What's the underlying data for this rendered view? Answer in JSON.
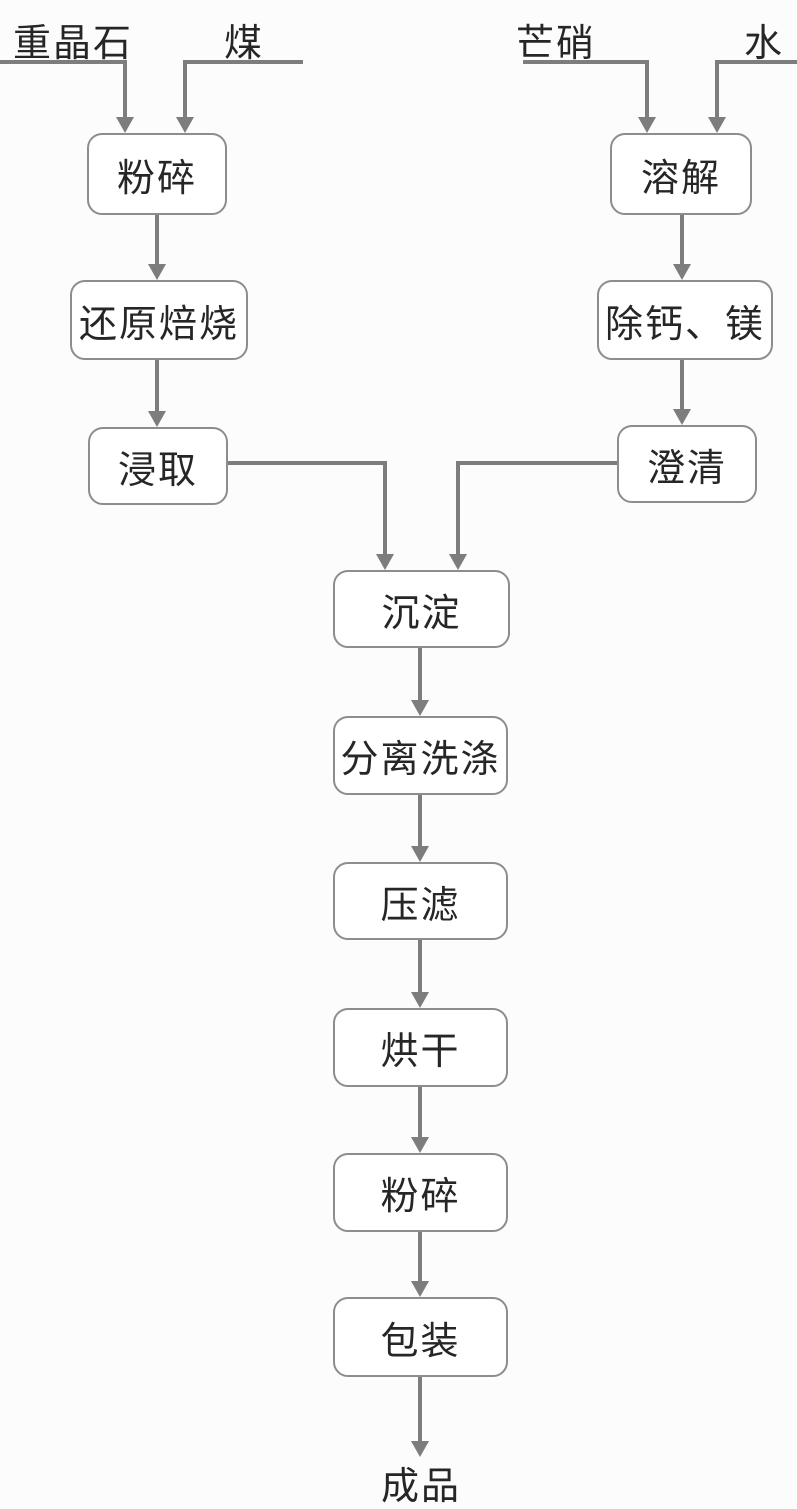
{
  "flowchart": {
    "inputs": [
      {
        "id": "barite",
        "label": "重晶石"
      },
      {
        "id": "coal",
        "label": "煤"
      },
      {
        "id": "mirabilite",
        "label": "芒硝"
      },
      {
        "id": "water",
        "label": "水"
      }
    ],
    "nodes": [
      {
        "id": "crush-1",
        "label": "粉碎"
      },
      {
        "id": "reduction-roasting",
        "label": "还原焙烧"
      },
      {
        "id": "leaching",
        "label": "浸取"
      },
      {
        "id": "dissolving",
        "label": "溶解"
      },
      {
        "id": "remove-calcium-magnesium",
        "label": "除钙、镁"
      },
      {
        "id": "clarification",
        "label": "澄清"
      },
      {
        "id": "precipitation",
        "label": "沉淀"
      },
      {
        "id": "separation-washing",
        "label": "分离洗涤"
      },
      {
        "id": "press-filtration",
        "label": "压滤"
      },
      {
        "id": "drying",
        "label": "烘干"
      },
      {
        "id": "crush-2",
        "label": "粉碎"
      },
      {
        "id": "packaging",
        "label": "包装"
      }
    ],
    "output": {
      "id": "finished-product",
      "label": "成品"
    },
    "edges": [
      {
        "from": "重晶石",
        "to": "粉碎"
      },
      {
        "from": "煤",
        "to": "粉碎"
      },
      {
        "from": "芒硝",
        "to": "溶解"
      },
      {
        "from": "水",
        "to": "溶解"
      },
      {
        "from": "粉碎",
        "to": "还原焙烧"
      },
      {
        "from": "还原焙烧",
        "to": "浸取"
      },
      {
        "from": "溶解",
        "to": "除钙、镁"
      },
      {
        "from": "除钙、镁",
        "to": "澄清"
      },
      {
        "from": "浸取",
        "to": "沉淀"
      },
      {
        "from": "澄清",
        "to": "沉淀"
      },
      {
        "from": "沉淀",
        "to": "分离洗涤"
      },
      {
        "from": "分离洗涤",
        "to": "压滤"
      },
      {
        "from": "压滤",
        "to": "烘干"
      },
      {
        "from": "烘干",
        "to": "粉碎"
      },
      {
        "from": "粉碎",
        "to": "包装"
      },
      {
        "from": "包装",
        "to": "成品"
      }
    ],
    "colors": {
      "background": "#fcfcfc",
      "line": "#7d7d7d",
      "box_border": "#8d8d8d",
      "box_fill": "#ffffff",
      "text": "#262626"
    }
  }
}
